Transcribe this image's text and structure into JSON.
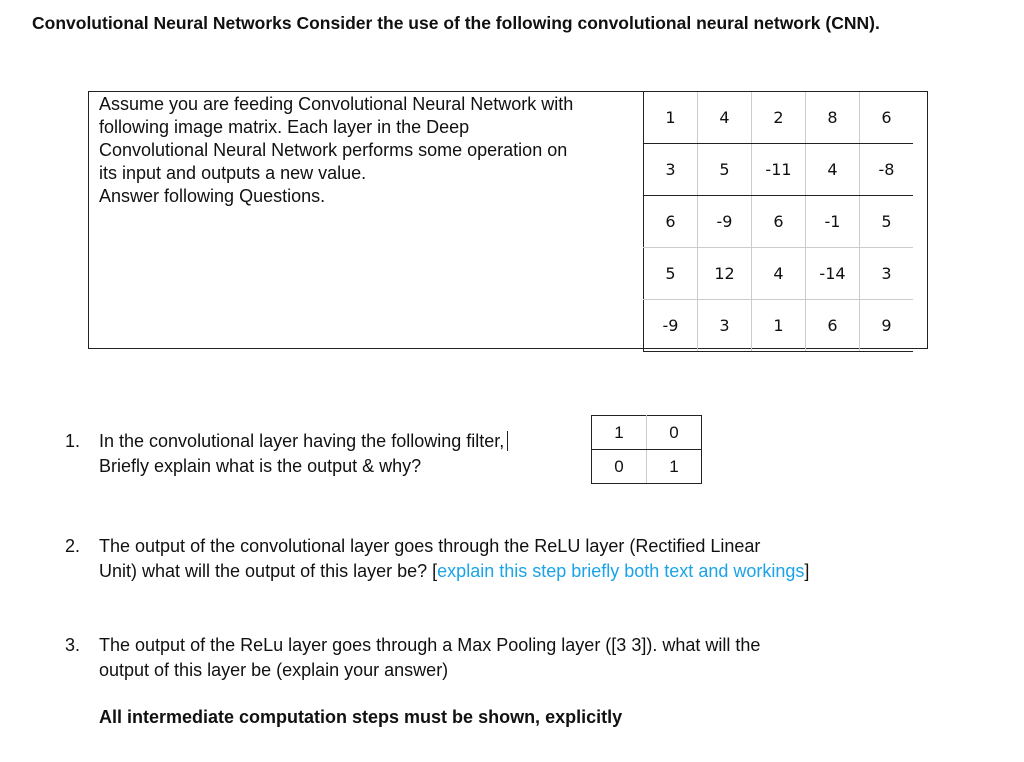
{
  "title": "Convolutional Neural Networks Consider the use of the following convolutional neural network (CNN).",
  "intro": {
    "lines": [
      "Assume you are feeding Convolutional Neural Network with",
      "following image matrix. Each layer in the Deep",
      "Convolutional Neural Network performs some operation on",
      "its input and outputs a new value.",
      "Answer following Questions."
    ]
  },
  "image_matrix": [
    [
      "1",
      "4",
      "2",
      "8",
      "6"
    ],
    [
      "3",
      "5",
      "-11",
      "4",
      "-8"
    ],
    [
      "6",
      "-9",
      "6",
      "-1",
      "5"
    ],
    [
      "5",
      "12",
      "4",
      "-14",
      "3"
    ],
    [
      "-9",
      "3",
      "1",
      "6",
      "9"
    ]
  ],
  "questions": [
    {
      "number": "1.",
      "line1": "In the convolutional layer having the following filter,",
      "line2": "Briefly explain what is the output & why?"
    },
    {
      "number": "2.",
      "line1": "The output of the convolutional layer goes through the ReLU layer (Rectified Linear",
      "line2_start": "Unit) what will the output of this layer be? [",
      "line2_link": "explain this step briefly both text and workings",
      "line2_end": "]"
    },
    {
      "number": "3.",
      "line1": "The output of the ReLu layer goes through a Max Pooling layer ([3 3]). what will the",
      "line2": "output of this layer be (explain your answer)"
    }
  ],
  "filter_matrix": [
    [
      "1",
      "0"
    ],
    [
      "0",
      "1"
    ]
  ],
  "note": "All intermediate computation steps must be shown, explicitly",
  "colors": {
    "link": "#1aa3e8",
    "text": "#111111"
  }
}
